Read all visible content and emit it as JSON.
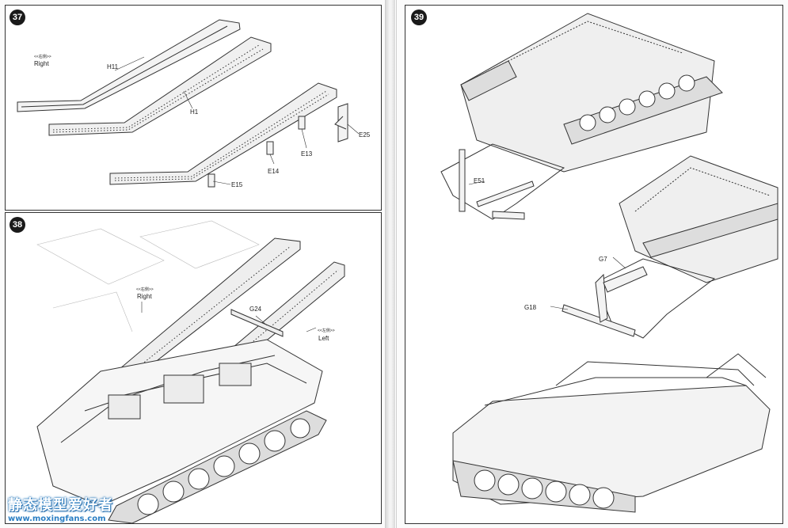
{
  "steps": [
    {
      "number": "37",
      "labels": {
        "right_cn": "<<右侧>>",
        "right": "Right",
        "parts": [
          "H11",
          "H1",
          "E13",
          "E14",
          "E15",
          "E25"
        ]
      }
    },
    {
      "number": "38",
      "labels": {
        "right_cn": "<<右侧>>",
        "right": "Right",
        "left_cn": "<<左侧>>",
        "left": "Left",
        "parts": [
          "G24"
        ]
      }
    },
    {
      "number": "39",
      "labels": {
        "parts": [
          "E51",
          "G7",
          "G18"
        ]
      }
    }
  ],
  "watermark": {
    "title": "静态模型爱好者",
    "url": "www.moxingfans.com"
  },
  "colors": {
    "badge": "#1a1a1a",
    "line": "#333333",
    "watermark": "#2b7fc4"
  }
}
